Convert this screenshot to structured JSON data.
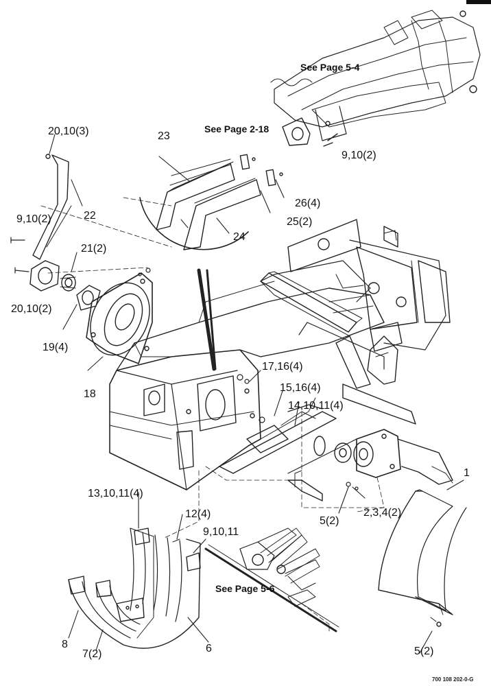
{
  "diagram": {
    "references": {
      "page_5_4": "See Page 5-4",
      "page_2_18": "See Page 2-18",
      "page_5_6": "See Page 5-6"
    },
    "callouts": {
      "c20_10_3": "20,10(3)",
      "c22": "22",
      "c9_10_2_left": "9,10(2)",
      "c21_2": "21(2)",
      "c20_10_2": "20,10(2)",
      "c19_4": "19(4)",
      "c18": "18",
      "c23": "23",
      "c24": "24",
      "c26_4": "26(4)",
      "c25_2": "25(2)",
      "c9_10_2_right": "9,10(2)",
      "c17_16_4": "17,16(4)",
      "c15_16_4": "15,16(4)",
      "c14_10_11_4": "14,10,11(4)",
      "c1": "1",
      "c13_10_11_4": "13,10,11(4)",
      "c12_4": "12(4)",
      "c9_10_11": "9,10,11",
      "c5_2_mid": "5(2)",
      "c2_3_4_2": "2,3,4(2)",
      "c8": "8",
      "c7_2": "7(2)",
      "c6": "6",
      "c5_2_bottom": "5(2)"
    },
    "footer_code": "700 108 202-0-G"
  }
}
